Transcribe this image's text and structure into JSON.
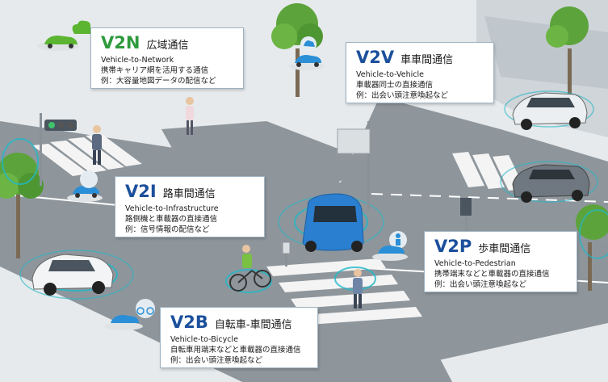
{
  "cards": {
    "v2n": {
      "code": "V2N",
      "jp_name": "広域通信",
      "en_name": "Vehicle-to-Network",
      "line1": "携帯キャリア網を活用する通信",
      "line2": "例：大容量地図データの配信など",
      "color": "#2e9a3c"
    },
    "v2v": {
      "code": "V2V",
      "jp_name": "車車間通信",
      "en_name": "Vehicle-to-Vehicle",
      "line1": "車載器同士の直接通信",
      "line2": "例：出会い頭注意喚起など",
      "color": "#1b4f9c"
    },
    "v2i": {
      "code": "V2I",
      "jp_name": "路車間通信",
      "en_name": "Vehicle-to-Infrastructure",
      "line1": "路側機と車載器の直接通信",
      "line2": "例：信号情報の配信など",
      "color": "#1b4f9c"
    },
    "v2p": {
      "code": "V2P",
      "jp_name": "歩車間通信",
      "en_name": "Vehicle-to-Pedestrian",
      "line1": "携帯端末などと車載器の直接通信",
      "line2": "例：出会い頭注意喚起など",
      "color": "#1b4f9c"
    },
    "v2b": {
      "code": "V2B",
      "jp_name": "自転車-車間通信",
      "en_name": "Vehicle-to-Bicycle",
      "line1": "自転車用端末などと車載器の直接通信",
      "line2": "例：出会い頭注意喚起など",
      "color": "#1b4f9c"
    }
  },
  "colors": {
    "road": "#8e969c",
    "sidewalk": "#dfe3e5",
    "crosswalk": "#f4f4f4",
    "signal_wave": "#22b8c8",
    "icon_blue": "#2a8fd6"
  }
}
